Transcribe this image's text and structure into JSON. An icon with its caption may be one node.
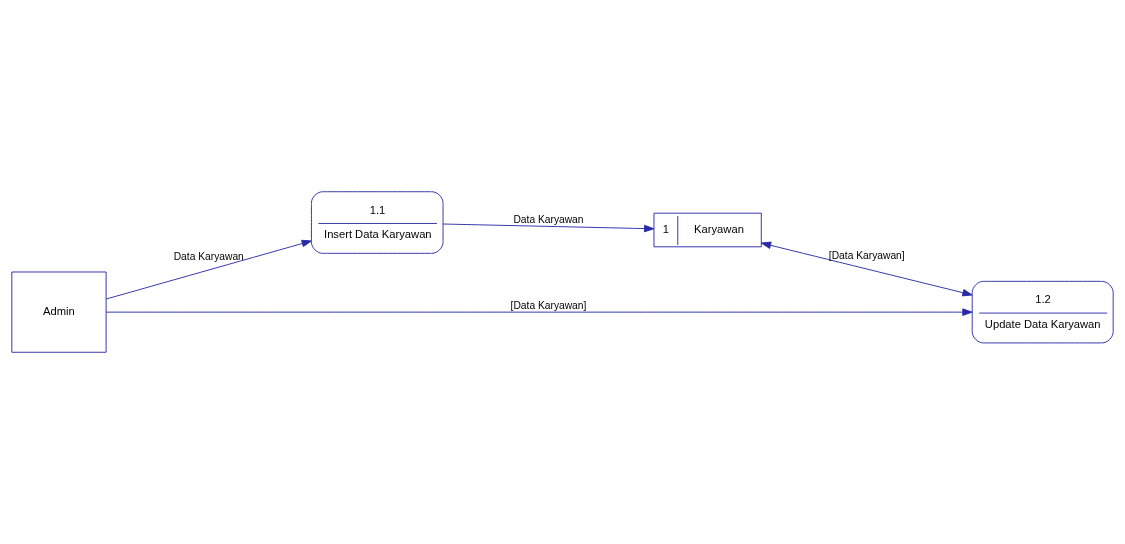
{
  "diagram": {
    "nodes": [
      {
        "text": [
          "Admin"
        ]
      },
      {
        "text": [
          "1.1",
          "Insert Data Karyawan"
        ]
      },
      {
        "text": [
          "1",
          "Karyawan"
        ]
      },
      {
        "text": [
          "1.2",
          "Update Data Karyawan"
        ]
      }
    ],
    "edges": [
      {
        "from": 0,
        "to": 1,
        "arrow": "to",
        "label": "Data Karyawan"
      },
      {
        "from": 1,
        "to": 2,
        "arrow": "to",
        "label": "Data Karyawan"
      },
      {
        "from": 0,
        "to": 3,
        "arrow": "to",
        "label": "[Data Karyawan]"
      },
      {
        "from": 2,
        "to": 3,
        "arrow": "both",
        "label": "[Data Karyawan]"
      }
    ]
  }
}
